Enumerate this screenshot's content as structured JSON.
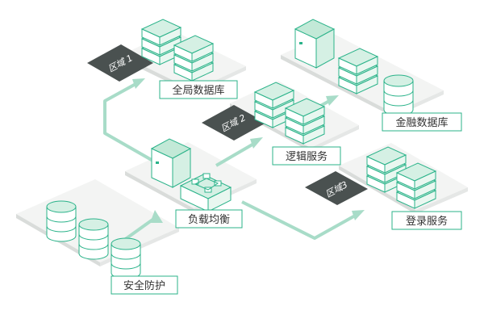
{
  "nodes": {
    "global_db": "全局数据库",
    "finance_db": "金融数据库",
    "logic_service": "逻辑服务",
    "load_balance": "负载均衡",
    "login_service": "登录服务",
    "security": "安全防护"
  },
  "regions": {
    "r1": "区域 1",
    "r2": "区域 2",
    "r3": "区域3"
  },
  "colors": {
    "accent": "#2bb38a",
    "accent_light": "#a8dcc8",
    "platform_top": "#f3f4f3",
    "platform_side": "#d9dcda",
    "tag_dark": "#4a5150"
  }
}
